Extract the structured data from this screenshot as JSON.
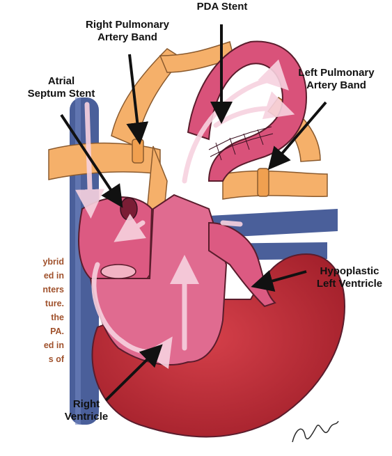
{
  "labels": {
    "pda_stent": "PDA Stent",
    "right_pa_band": [
      "Right Pulmonary",
      "Artery Band"
    ],
    "left_pa_band": [
      "Left Pulmonary",
      "Artery Band"
    ],
    "atrial_septum_stent": [
      "Atrial",
      "Septum Stent"
    ],
    "hypoplastic_lv": [
      "Hypoplastic",
      "Left Ventricle"
    ],
    "right_ventricle": [
      "Right",
      "Ventricle"
    ]
  },
  "caption_fragments": [
    "ybrid",
    "ed in",
    "nters",
    "ture.",
    "the",
    "PA.",
    "ed in",
    "s of"
  ],
  "colors": {
    "label_text": "#111111",
    "caption_text": "#a0522d",
    "vessel_orange": "#f5b06a",
    "heart_red": "#c8303b",
    "chamber_pink": "#dc5a82",
    "vein_blue": "#4a5f9a",
    "flow_arrow": "#f7c9d8"
  },
  "signature": "artist signature"
}
